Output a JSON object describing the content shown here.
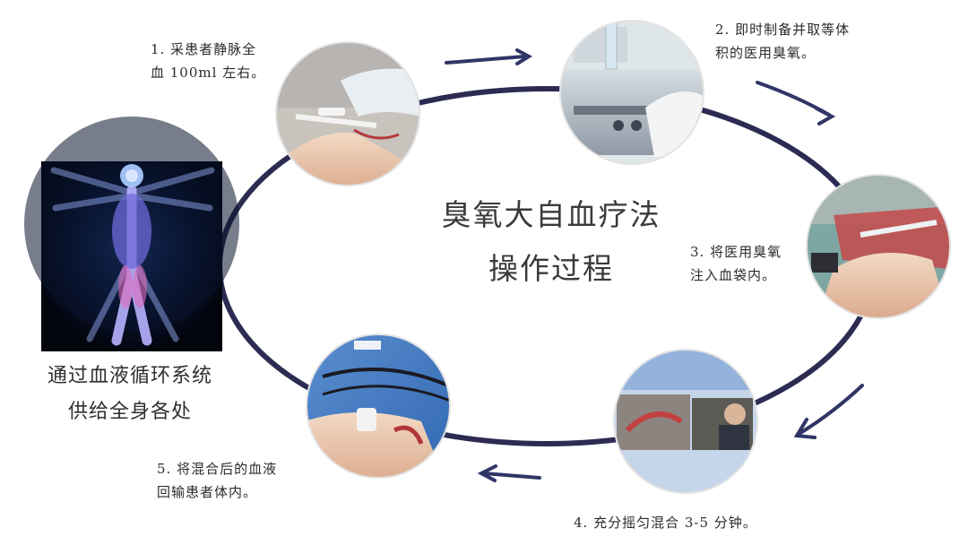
{
  "title": {
    "line1": "臭氧大自血疗法",
    "line2": "操作过程"
  },
  "side_caption": {
    "line1": "通过血液循环系统",
    "line2": "供给全身各处"
  },
  "steps": [
    {
      "text": "1. 采患者静脉全\n血 100ml 左右。",
      "photo": "blood-draw-photo"
    },
    {
      "text": "2. 即时制备并取等体\n积的医用臭氧。",
      "photo": "ozone-generator-photo"
    },
    {
      "text": "3. 将医用臭氧\n注入血袋内。",
      "photo": "ozone-injection-photo"
    },
    {
      "text": "4. 充分摇匀混合 3-5 分钟。",
      "photo": "mixing-photo"
    },
    {
      "text": "5. 将混合后的血液\n回输患者体内。",
      "photo": "reinfusion-photo"
    }
  ],
  "colors": {
    "cycle": "#2c2b52",
    "arrow": "#2f3566",
    "text": "#2b2b2b"
  }
}
